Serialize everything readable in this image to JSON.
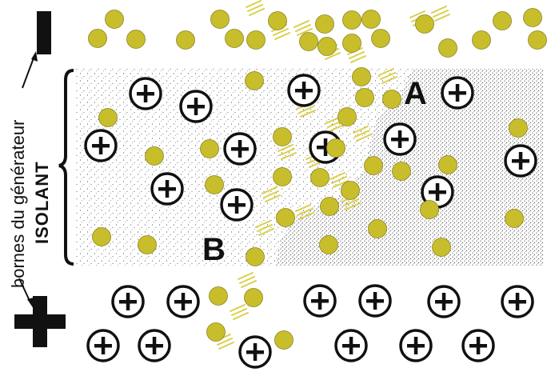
{
  "labels": {
    "terminals": "bornes du générateur",
    "insulator": "ISOLANT",
    "region_a": "A",
    "region_b": "B",
    "minus_sign": "−",
    "plus_sign": "+"
  },
  "colors": {
    "electron": "#c8be2c",
    "electron_edge": "#8a8220",
    "ion_ring": "#111111",
    "trail": "#d9cf4a",
    "ink": "#111111"
  },
  "legend_meaning": {
    "yellow_dot": "electron",
    "circled_plus": "positive ion"
  }
}
